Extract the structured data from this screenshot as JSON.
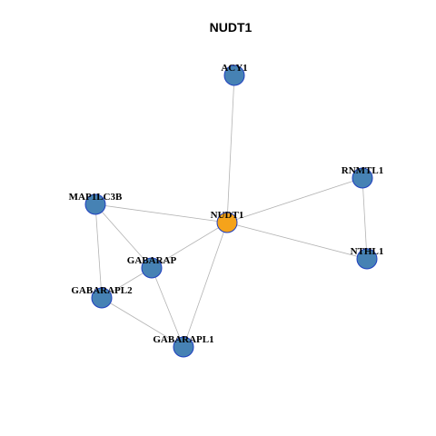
{
  "title": "NUDT1",
  "colors": {
    "hub_node": "#f5a31a",
    "node": "#4682b4",
    "node_border": "#1f3fbf",
    "edge": "#b3b3b3"
  },
  "nodes": [
    {
      "id": "ACY1",
      "label": "ACY1",
      "role": "neighbor"
    },
    {
      "id": "RNMTL1",
      "label": "RNMTL1",
      "role": "neighbor"
    },
    {
      "id": "MAP1LC3B",
      "label": "MAP1LC3B",
      "role": "neighbor"
    },
    {
      "id": "NUDT1",
      "label": "NUDT1",
      "role": "hub"
    },
    {
      "id": "NTHL1",
      "label": "NTHL1",
      "role": "neighbor"
    },
    {
      "id": "GABARAP",
      "label": "GABARAP",
      "role": "neighbor"
    },
    {
      "id": "GABARAPL2",
      "label": "GABARAPL2",
      "role": "neighbor"
    },
    {
      "id": "GABARAPL1",
      "label": "GABARAPL1",
      "role": "neighbor"
    }
  ],
  "edges": [
    {
      "source": "NUDT1",
      "target": "ACY1"
    },
    {
      "source": "NUDT1",
      "target": "RNMTL1"
    },
    {
      "source": "NUDT1",
      "target": "NTHL1"
    },
    {
      "source": "NUDT1",
      "target": "MAP1LC3B"
    },
    {
      "source": "NUDT1",
      "target": "GABARAP"
    },
    {
      "source": "NUDT1",
      "target": "GABARAPL1"
    },
    {
      "source": "RNMTL1",
      "target": "NTHL1"
    },
    {
      "source": "MAP1LC3B",
      "target": "GABARAP"
    },
    {
      "source": "MAP1LC3B",
      "target": "GABARAPL2"
    },
    {
      "source": "GABARAP",
      "target": "GABARAPL2"
    },
    {
      "source": "GABARAP",
      "target": "GABARAPL1"
    },
    {
      "source": "GABARAPL2",
      "target": "GABARAPL1"
    }
  ]
}
